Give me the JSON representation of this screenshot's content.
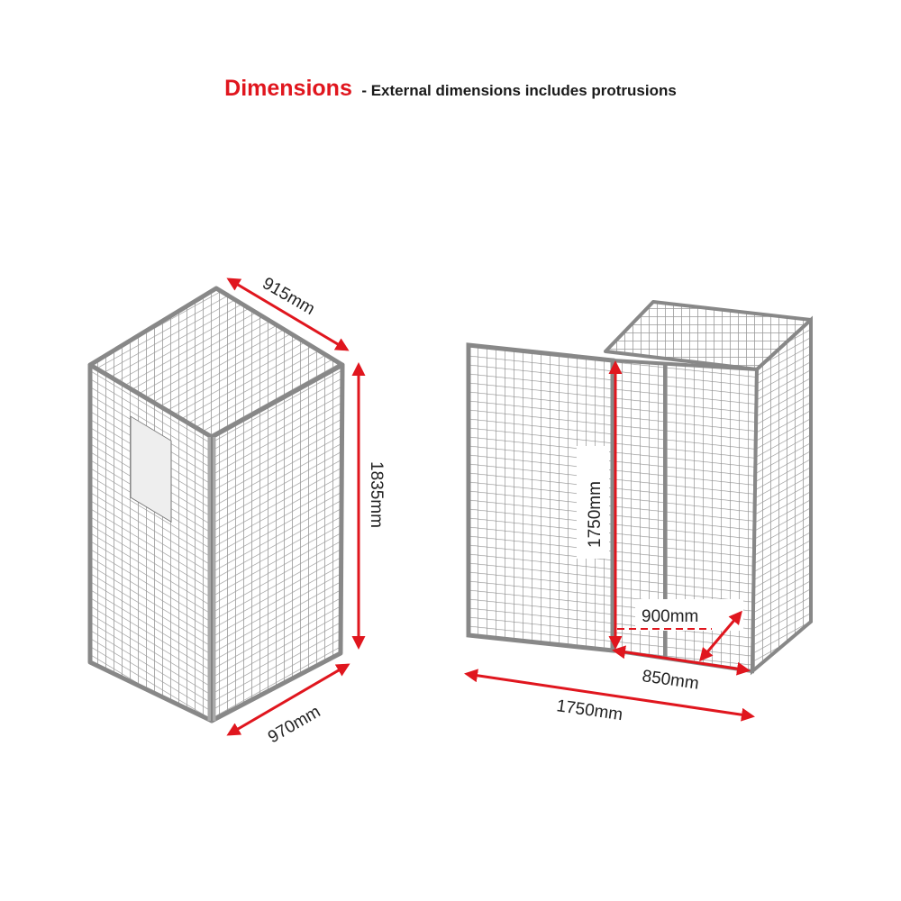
{
  "title": {
    "main": "Dimensions",
    "subtitle": "- External dimensions includes protrusions"
  },
  "colors": {
    "accent": "#e0161e",
    "frame": "#8a8a8a",
    "mesh": "#9a9a9a"
  },
  "closed_cage": {
    "depth_label": "915mm",
    "height_label": "1835mm",
    "width_label": "970mm"
  },
  "open_cage": {
    "door_height_label": "1750mm",
    "inner_depth_label": "900mm",
    "door_width_label": "850mm",
    "overall_width_label": "1750mm"
  }
}
